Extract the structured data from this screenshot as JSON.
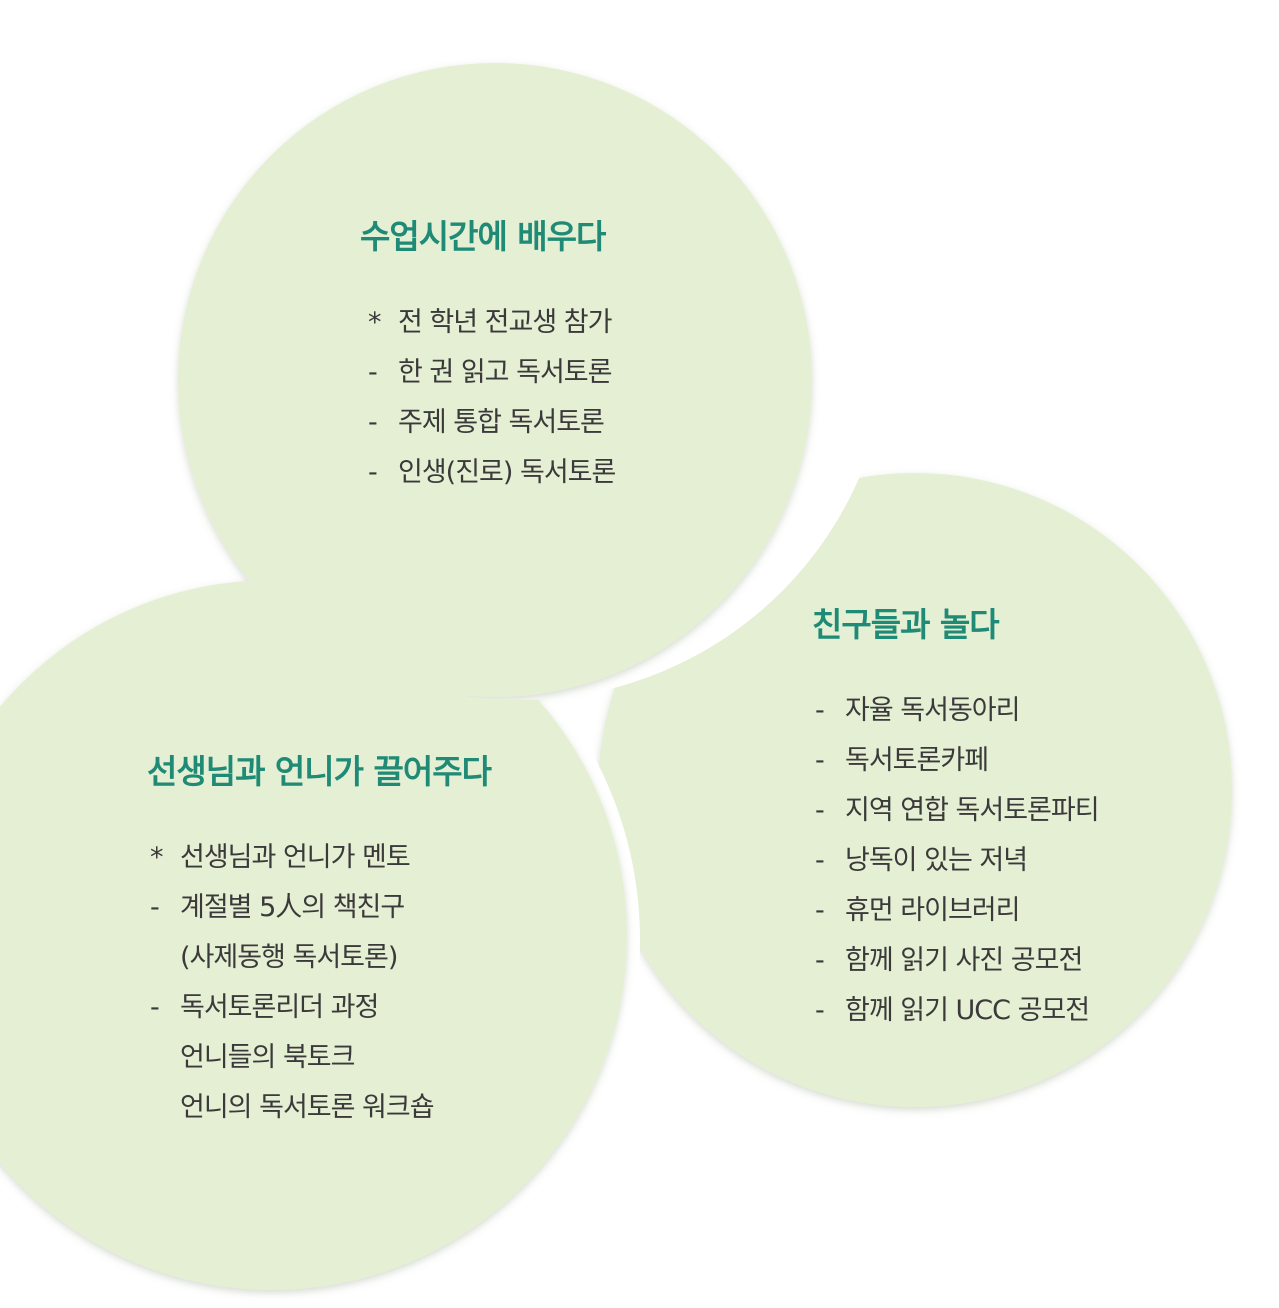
{
  "bubbles": [
    {
      "id": "top",
      "title": "수업시간에 배우다",
      "items": [
        {
          "marker": "*",
          "lines": [
            "전 학년 전교생 참가"
          ]
        },
        {
          "marker": "-",
          "lines": [
            "한 권 읽고 독서토론"
          ]
        },
        {
          "marker": "-",
          "lines": [
            "주제 통합 독서토론"
          ]
        },
        {
          "marker": "-",
          "lines": [
            "인생(진로) 독서토론"
          ]
        }
      ]
    },
    {
      "id": "left",
      "title": "선생님과 언니가 끌어주다",
      "items": [
        {
          "marker": "*",
          "lines": [
            "선생님과 언니가 멘토"
          ]
        },
        {
          "marker": "-",
          "lines": [
            "계절별 5人의 책친구",
            "(사제동행 독서토론)"
          ]
        },
        {
          "marker": "-",
          "lines": [
            "독서토론리더 과정",
            "언니들의 북토크",
            "언니의 독서토론 워크숍"
          ]
        }
      ]
    },
    {
      "id": "right",
      "title": "친구들과 놀다",
      "items": [
        {
          "marker": "-",
          "lines": [
            "자율 독서동아리"
          ]
        },
        {
          "marker": "-",
          "lines": [
            "독서토론카페"
          ]
        },
        {
          "marker": "-",
          "lines": [
            "지역 연합 독서토론파티"
          ]
        },
        {
          "marker": "-",
          "lines": [
            "낭독이 있는 저녁"
          ]
        },
        {
          "marker": "-",
          "lines": [
            "휴먼 라이브러리"
          ]
        },
        {
          "marker": "-",
          "lines": [
            "함께 읽기 사진 공모전"
          ]
        },
        {
          "marker": "-",
          "lines": [
            "함께 읽기 UCC 공모전"
          ]
        }
      ]
    }
  ],
  "colors": {
    "bubble_fill": "#e5efd4",
    "title": "#1f8a76",
    "text": "#3a3a3a"
  }
}
